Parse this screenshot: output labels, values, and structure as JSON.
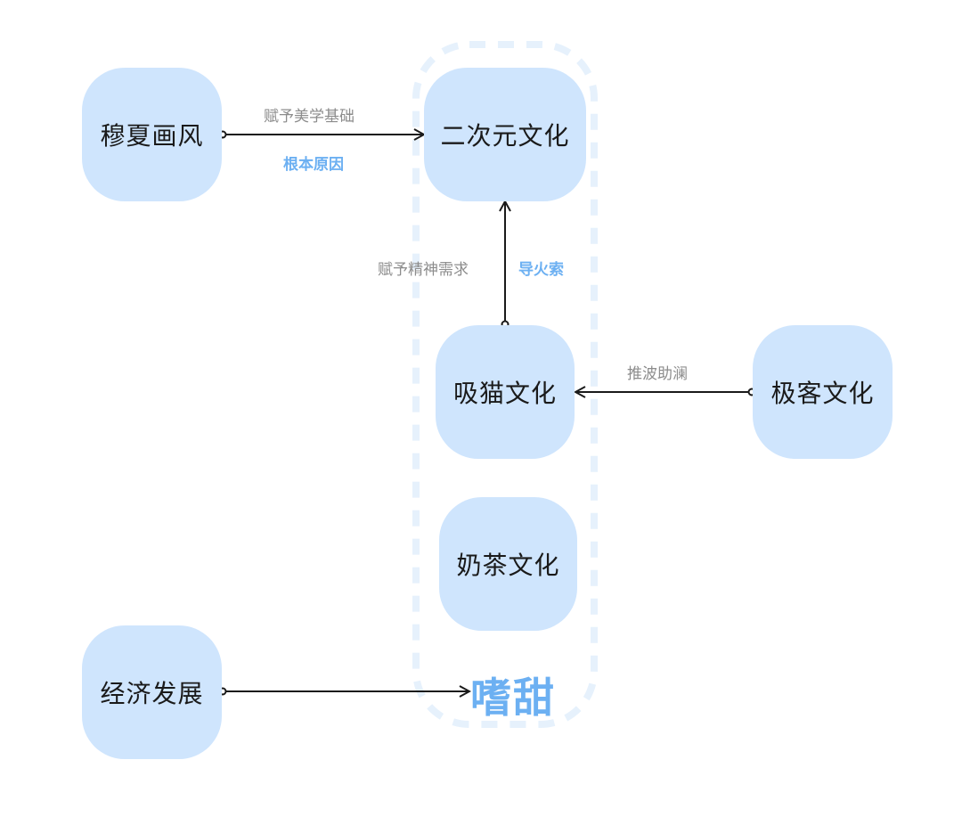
{
  "nodes": {
    "muxia": "穆夏画风",
    "erciyuan": "二次元文化",
    "ximao": "吸猫文化",
    "jike": "极客文化",
    "naicha": "奶茶文化",
    "jingji": "经济发展"
  },
  "edges": {
    "muxia_to_erciyuan": {
      "label": "赋予美学基础",
      "tag": "根本原因"
    },
    "ximao_to_erciyuan": {
      "label": "赋予精神需求",
      "tag": "导火索"
    },
    "jike_to_ximao": {
      "label": "推波助澜"
    },
    "jingji_to_group": {
      "label": ""
    }
  },
  "group": {
    "label": "嗜甜"
  },
  "colors": {
    "node_fill": "#cfe5fd",
    "group_dash": "#e6f1fc",
    "accent_text": "#6cb0f2",
    "edge_label": "#8c8c8c",
    "arrow": "#1a1a1a"
  }
}
